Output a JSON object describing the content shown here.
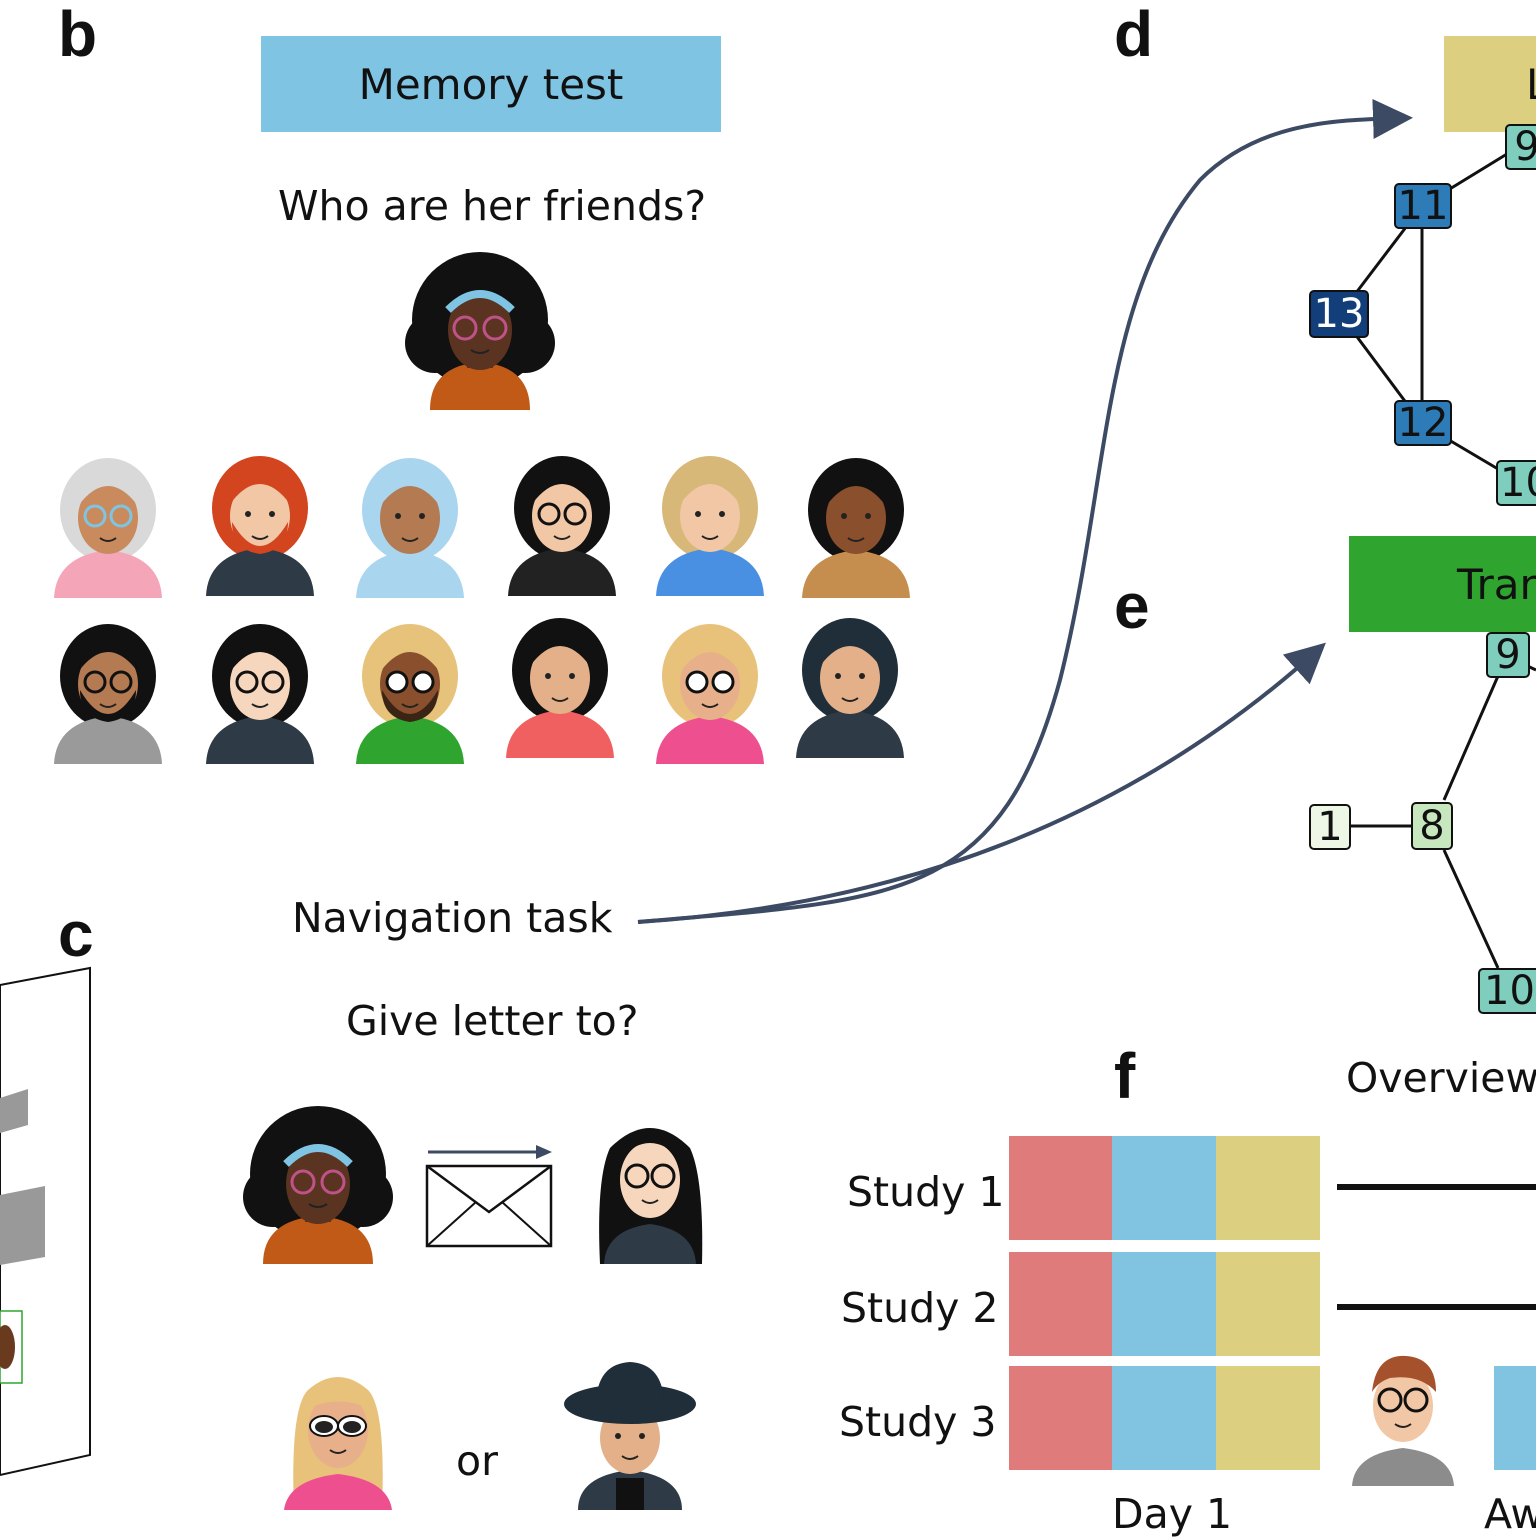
{
  "panels": {
    "b": {
      "letter": "b",
      "banner": "Memory test",
      "question": "Who are her friends?"
    },
    "c": {
      "letter": "c",
      "task": "Navigation task",
      "question": "Give letter to?",
      "choice_word": "or"
    },
    "d": {
      "letter": "d",
      "banner_partial": "L"
    },
    "e": {
      "letter": "e",
      "banner_partial": "Tran"
    },
    "f": {
      "letter": "f",
      "title_partial": "Overview",
      "studies": [
        "Study 1",
        "Study 2",
        "Study 3"
      ],
      "day_label": "Day 1",
      "other_label_partial": "Aw"
    }
  },
  "graph_d": {
    "nodes": [
      "9",
      "11",
      "13",
      "12",
      "10"
    ]
  },
  "graph_e": {
    "nodes": [
      "9",
      "1",
      "8",
      "10"
    ]
  },
  "colors": {
    "memory_banner": "#7fc4e2",
    "d_banner": "#dccf80",
    "e_banner": "#2fa52f",
    "bar_red": "#e07b7b",
    "bar_blue": "#80c4e2",
    "bar_yellow": "#dccf80",
    "arrow": "#3d4a63",
    "node_dark": "#123f7a",
    "node_blue": "#2d7cb8",
    "node_teal": "#7fcdbd",
    "node_light": "#c7e7bf",
    "node_pale": "#eef7e6"
  }
}
